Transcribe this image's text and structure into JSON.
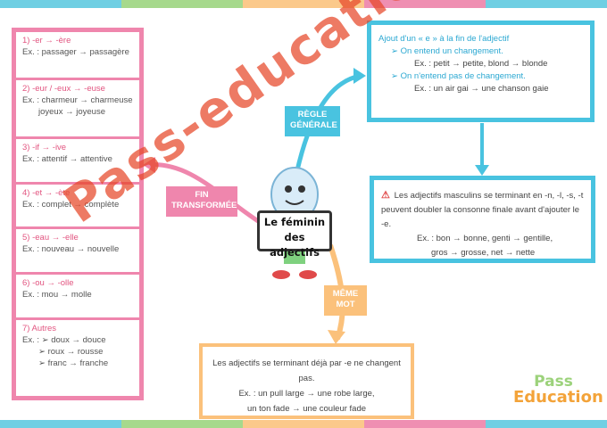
{
  "center_title": [
    "Le féminin",
    "des adjectifs"
  ],
  "tags": {
    "fin": [
      "FIN",
      "TRANSFORMÉE"
    ],
    "regle": [
      "RÈGLE",
      "GÉNÉRALE"
    ],
    "meme": [
      "MÊME",
      "MOT"
    ]
  },
  "rules": [
    {
      "title": "1) -er → -ère",
      "ex": [
        "Ex. : passager → passagère"
      ]
    },
    {
      "title": "2) -eur / -eux → -euse",
      "ex": [
        "Ex. : charmeur → charmeuse",
        "joyeux → joyeuse"
      ]
    },
    {
      "title": "3) -if → -ive",
      "ex": [
        "Ex. : attentif → attentive"
      ]
    },
    {
      "title": "4) -et → -ète",
      "ex": [
        "Ex. : complet → complète"
      ]
    },
    {
      "title": "5) -eau → -elle",
      "ex": [
        "Ex. : nouveau → nouvelle"
      ]
    },
    {
      "title": "6) -ou → -olle",
      "ex": [
        "Ex. : mou → molle"
      ]
    },
    {
      "title": "7) Autres",
      "ex": [
        "Ex. : ➢ doux → douce",
        "➢ roux → rousse",
        "➢ franc → franche"
      ]
    }
  ],
  "general": {
    "title": "Ajout d'un « e » à la fin de l'adjectif",
    "b1": "➢ On entend un changement.",
    "e1": "Ex. : petit → petite, blond → blonde",
    "b2": "➢ On n'entend pas de changement.",
    "e2": "Ex. : un air gai → une chanson gaie"
  },
  "double": {
    "l1": "Les adjectifs masculins se terminant en -n, -l, -s, -t",
    "l2": "peuvent doubler la consonne finale avant d'ajouter le -e.",
    "e1": "Ex. : bon → bonne, genti → gentille,",
    "e2": "gros → grosse, net → nette"
  },
  "same": {
    "l1": "Les adjectifs se terminant déjà par -e ne changent pas.",
    "e1": "Ex. : un pull large → une robe large,",
    "e2": "un ton fade → une couleur fade"
  },
  "watermark": "Pass-education",
  "logo": [
    "Pass",
    "Education"
  ],
  "colors": {
    "pink": "#ef86ad",
    "blue": "#49c3e0",
    "orange": "#fbc17b",
    "red": "#e04a4a"
  }
}
